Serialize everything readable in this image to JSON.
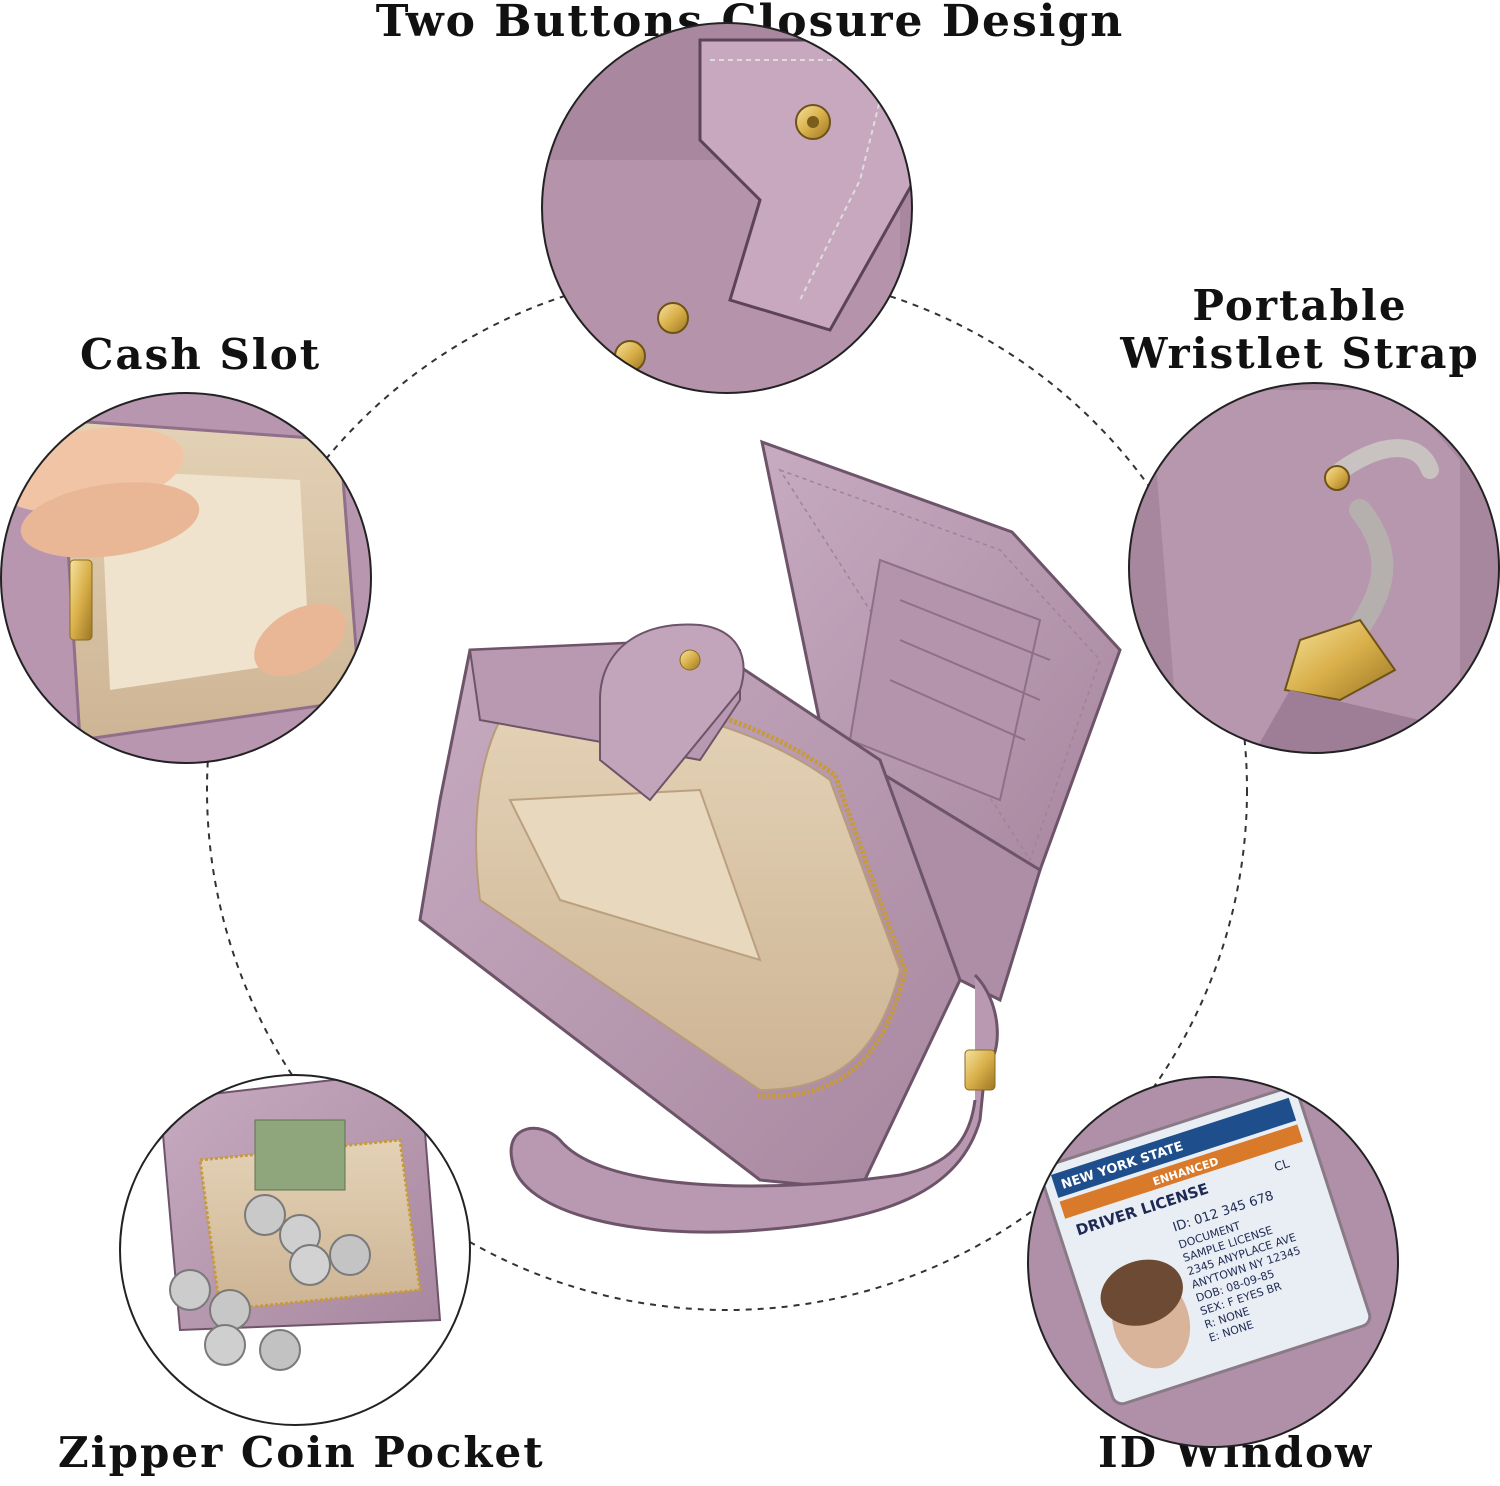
{
  "labels": {
    "title": "Two Buttons Closure Design",
    "cash_slot": "Cash Slot",
    "wristlet_strap": "Portable Wristlet Strap",
    "zipper_coin_pocket": "Zipper Coin Pocket",
    "id_window": "ID Window"
  },
  "id_card": {
    "state": "NEW YORK STATE",
    "banner": "ENHANCED",
    "type": "DRIVER LICENSE",
    "class": "CL",
    "id_line": "ID: 012 345 678",
    "lines": [
      "DOCUMENT",
      "SAMPLE LICENSE",
      "2345 ANYPLACE AVE",
      "ANYTOWN NY 12345",
      "DOB: 08-09-85",
      "SEX: F EYES BR",
      "R: NONE",
      "E: NONE"
    ]
  },
  "colors": {
    "leather": "#b99ab3",
    "leather_dark": "#8f6f89",
    "lining": "#d8c2a4",
    "gold": "#d9b04a",
    "circle_stroke": "#222222",
    "dashed_ring": "#333333"
  }
}
